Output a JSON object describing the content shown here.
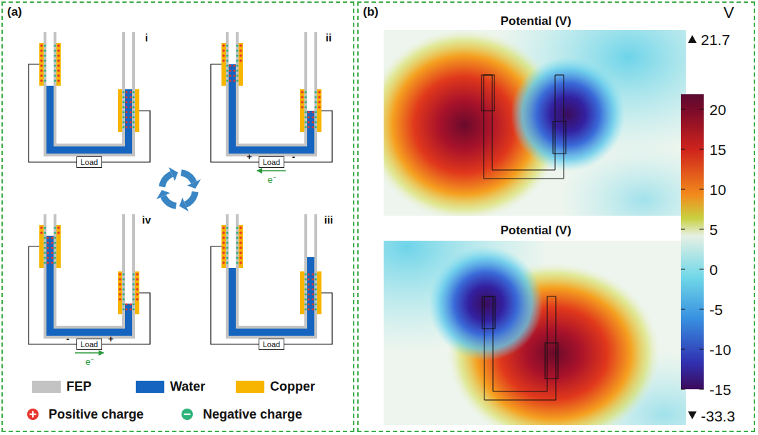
{
  "diagram": {
    "nodes": [
      {
        "text": [
          "(a)"
        ]
      },
      {
        "text": [
          "Load"
        ],
        "in": 0
      },
      {
        "text": [
          "Load"
        ],
        "in": 0
      },
      {
        "text": [
          "Load"
        ],
        "in": 0
      },
      {
        "text": [
          "Load"
        ],
        "in": 0
      },
      {
        "text": [
          "(b)"
        ]
      }
    ],
    "labels": [
      "i",
      "ii",
      "+",
      "-",
      "e⁻",
      "iv",
      "-",
      "+",
      "e⁻",
      "iii",
      "Potential (V)",
      "Potential (V)",
      "V",
      "21.7",
      "20",
      "15",
      "10",
      "5",
      "0",
      "-5",
      "-10",
      "-15",
      "-33.3"
    ],
    "legend": [
      {
        "text": "FEP",
        "color": "#c3c3c3"
      },
      {
        "text": "Water",
        "color": "#1565c0"
      },
      {
        "text": "Copper",
        "color": "#f7b500"
      },
      {
        "text": "Positive charge"
      },
      {
        "text": "Negative charge"
      }
    ]
  }
}
